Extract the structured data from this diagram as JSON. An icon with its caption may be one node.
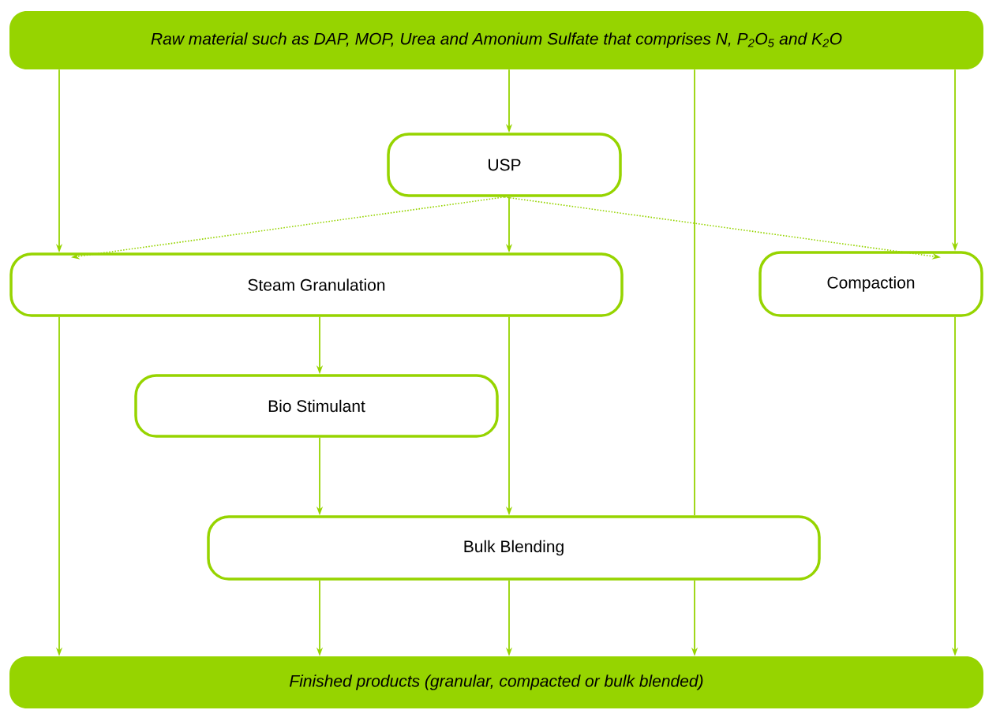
{
  "diagram": {
    "nodes": [
      {
        "text": [
          "Raw material such as DAP, MOP, Urea and Amonium Sulfate that comprises N, P$_{2}$O$_{5}$ and K$_{2}$O"
        ]
      },
      {
        "text": [
          "USP"
        ]
      },
      {
        "text": [
          "Steam Granulation"
        ]
      },
      {
        "text": [
          "Compaction"
        ]
      },
      {
        "text": [
          "Bio Stimulant"
        ]
      },
      {
        "text": [
          "Bulk Blending"
        ]
      },
      {
        "text": [
          "Finished products (granular, compacted or bulk blended)"
        ]
      }
    ],
    "edges": [
      {
        "from": 0,
        "to": 2,
        "arrow": "to"
      },
      {
        "from": 0,
        "to": 1,
        "arrow": "to"
      },
      {
        "from": 0,
        "to": 5,
        "arrow": "none"
      },
      {
        "from": 0,
        "to": 3,
        "arrow": "to"
      },
      {
        "from": 1,
        "to": 2,
        "arrow": "to",
        "style": "dashed"
      },
      {
        "from": 1,
        "to": 2,
        "arrow": "to"
      },
      {
        "from": 1,
        "to": 3,
        "arrow": "to",
        "style": "dashed"
      },
      {
        "from": 2,
        "to": 6,
        "arrow": "to"
      },
      {
        "from": 2,
        "to": 4,
        "arrow": "to"
      },
      {
        "from": 2,
        "to": 5,
        "arrow": "to"
      },
      {
        "from": 4,
        "to": 5,
        "arrow": "to"
      },
      {
        "from": 5,
        "to": 6,
        "arrow": "to"
      },
      {
        "from": 5,
        "to": 6,
        "arrow": "to"
      },
      {
        "from": 5,
        "to": 6,
        "arrow": "to"
      },
      {
        "from": 3,
        "to": 6,
        "arrow": "to"
      }
    ]
  }
}
